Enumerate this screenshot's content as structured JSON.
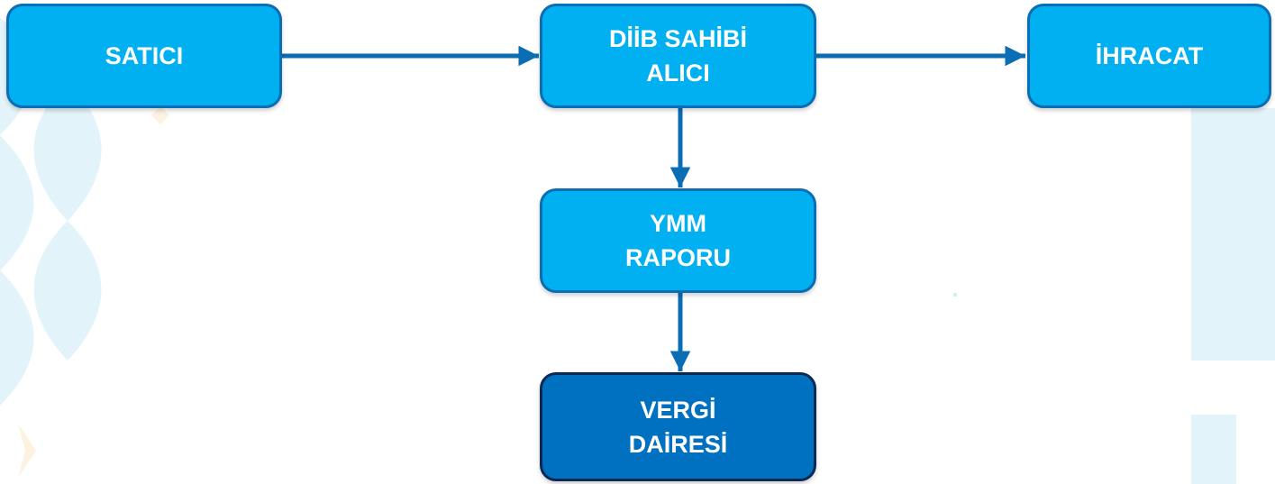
{
  "colors": {
    "node_fill": "#00b0f0",
    "node_border": "#0b6db3",
    "final_node_fill": "#0070c0",
    "final_node_border": "#0a2a55",
    "connector": "#0b6db3",
    "text": "#ffffff",
    "background_decoration": "#e2f4f9"
  },
  "nodes": {
    "satici": {
      "line1": "SATICI"
    },
    "diib_sahibi": {
      "line1": "DİİB SAHİBİ",
      "line2": "ALICI"
    },
    "ihracat": {
      "line1": "İHRACAT"
    },
    "ymm_raporu": {
      "line1": "YMM",
      "line2": "RAPORU"
    },
    "vergi_dairesi": {
      "line1": "VERGİ",
      "line2": "DAİRESİ"
    }
  },
  "edges": [
    {
      "from": "SATICI",
      "to": "DİİB SAHİBİ ALICI"
    },
    {
      "from": "DİİB SAHİBİ ALICI",
      "to": "İHRACAT"
    },
    {
      "from": "DİİB SAHİBİ ALICI",
      "to": "YMM RAPORU"
    },
    {
      "from": "YMM RAPORU",
      "to": "VERGİ DAİRESİ"
    }
  ]
}
